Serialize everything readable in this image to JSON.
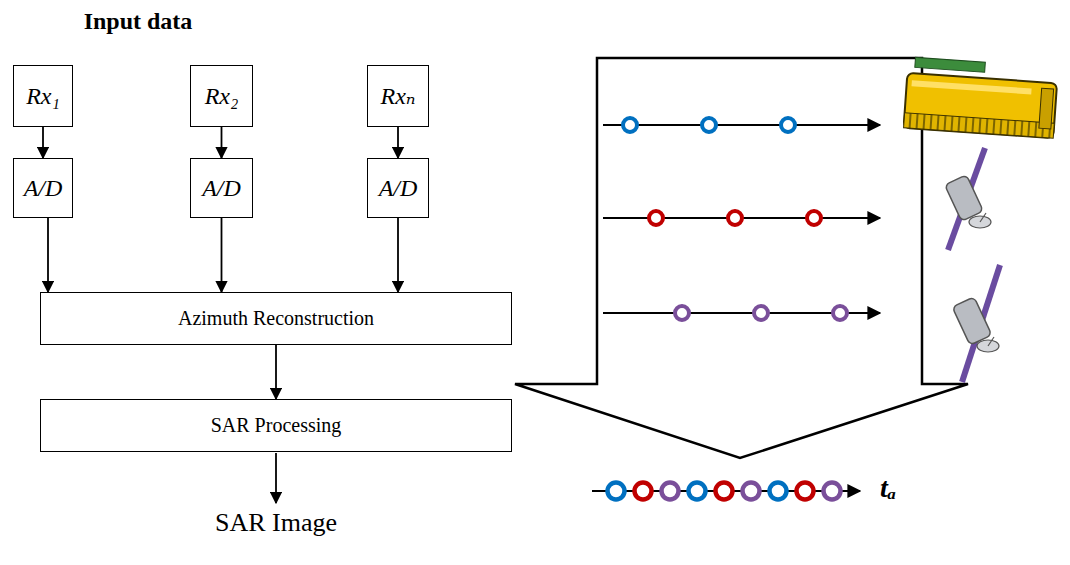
{
  "diagram": {
    "nodes": [
      {
        "text": [
          "Rx₁"
        ]
      },
      {
        "text": [
          "Rx₂"
        ]
      },
      {
        "text": [
          "Rxₙ"
        ]
      },
      {
        "text": [
          "A/D"
        ]
      },
      {
        "text": [
          "A/D"
        ]
      },
      {
        "text": [
          "A/D"
        ]
      },
      {
        "text": [
          "Azimuth Reconstruction"
        ]
      },
      {
        "text": [
          "SAR Processing"
        ]
      }
    ],
    "edges": [
      {
        "from": 0,
        "to": 3,
        "arrow": "to"
      },
      {
        "from": 1,
        "to": 4,
        "arrow": "to"
      },
      {
        "from": 2,
        "to": 5,
        "arrow": "to"
      },
      {
        "from": 3,
        "to": 6,
        "arrow": "to"
      },
      {
        "from": 4,
        "to": 6,
        "arrow": "to"
      },
      {
        "from": 5,
        "to": 6,
        "arrow": "to"
      },
      {
        "from": 6,
        "to": 7,
        "arrow": "to"
      }
    ],
    "labels": [
      "Input data",
      "SAR Image",
      "tₐ"
    ]
  }
}
